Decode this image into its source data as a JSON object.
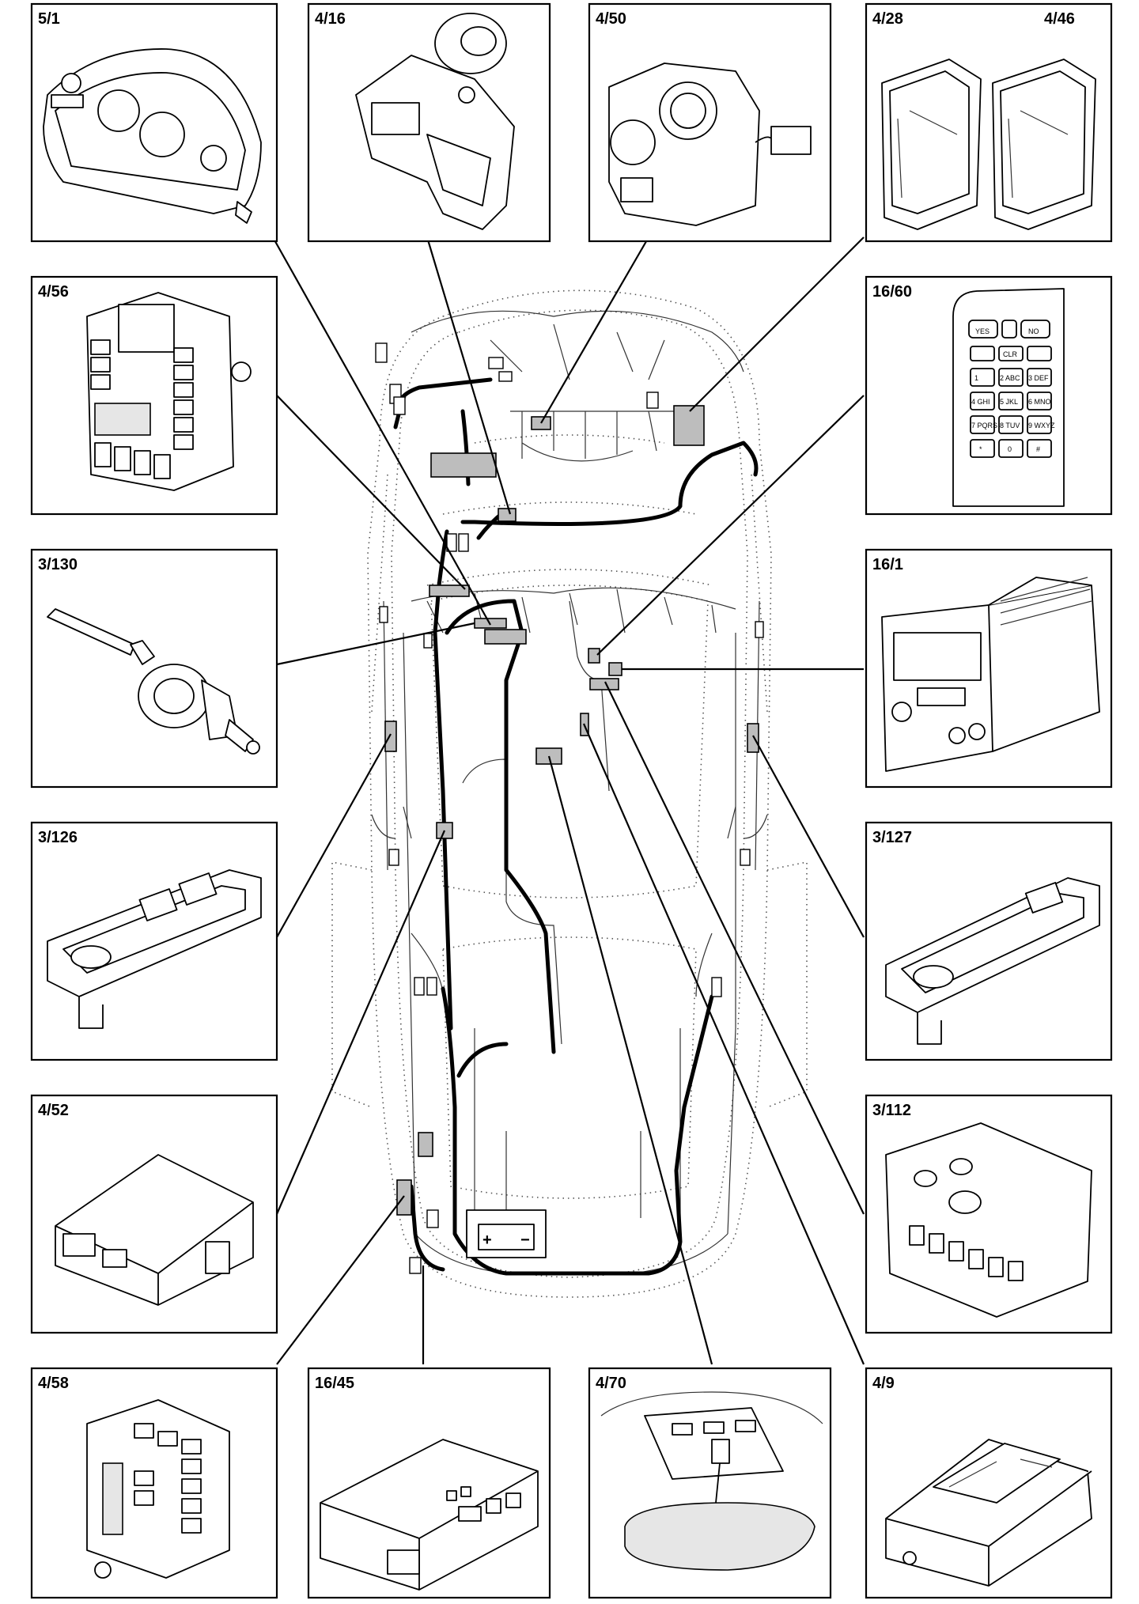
{
  "components": [
    {
      "id": "5/1"
    },
    {
      "id": "4/16"
    },
    {
      "id": "4/50"
    },
    {
      "id": "4/28"
    },
    {
      "id": "4/46"
    },
    {
      "id": "4/56"
    },
    {
      "id": "16/60"
    },
    {
      "id": "3/130"
    },
    {
      "id": "16/1"
    },
    {
      "id": "3/126"
    },
    {
      "id": "3/127"
    },
    {
      "id": "4/52"
    },
    {
      "id": "3/112"
    },
    {
      "id": "4/58"
    },
    {
      "id": "16/45"
    },
    {
      "id": "4/70"
    },
    {
      "id": "4/9"
    }
  ],
  "battery": {
    "plus": "+",
    "minus": "−"
  },
  "keypad": {
    "yes": "YES",
    "no": "NO",
    "clr": "CLR",
    "keys": [
      "1",
      "2 ABC",
      "3 DEF",
      "4 GHI",
      "5 JKL",
      "6 MNO",
      "7 PQRS",
      "8 TUV",
      "9 WXYZ",
      "*",
      "0",
      "#"
    ]
  }
}
